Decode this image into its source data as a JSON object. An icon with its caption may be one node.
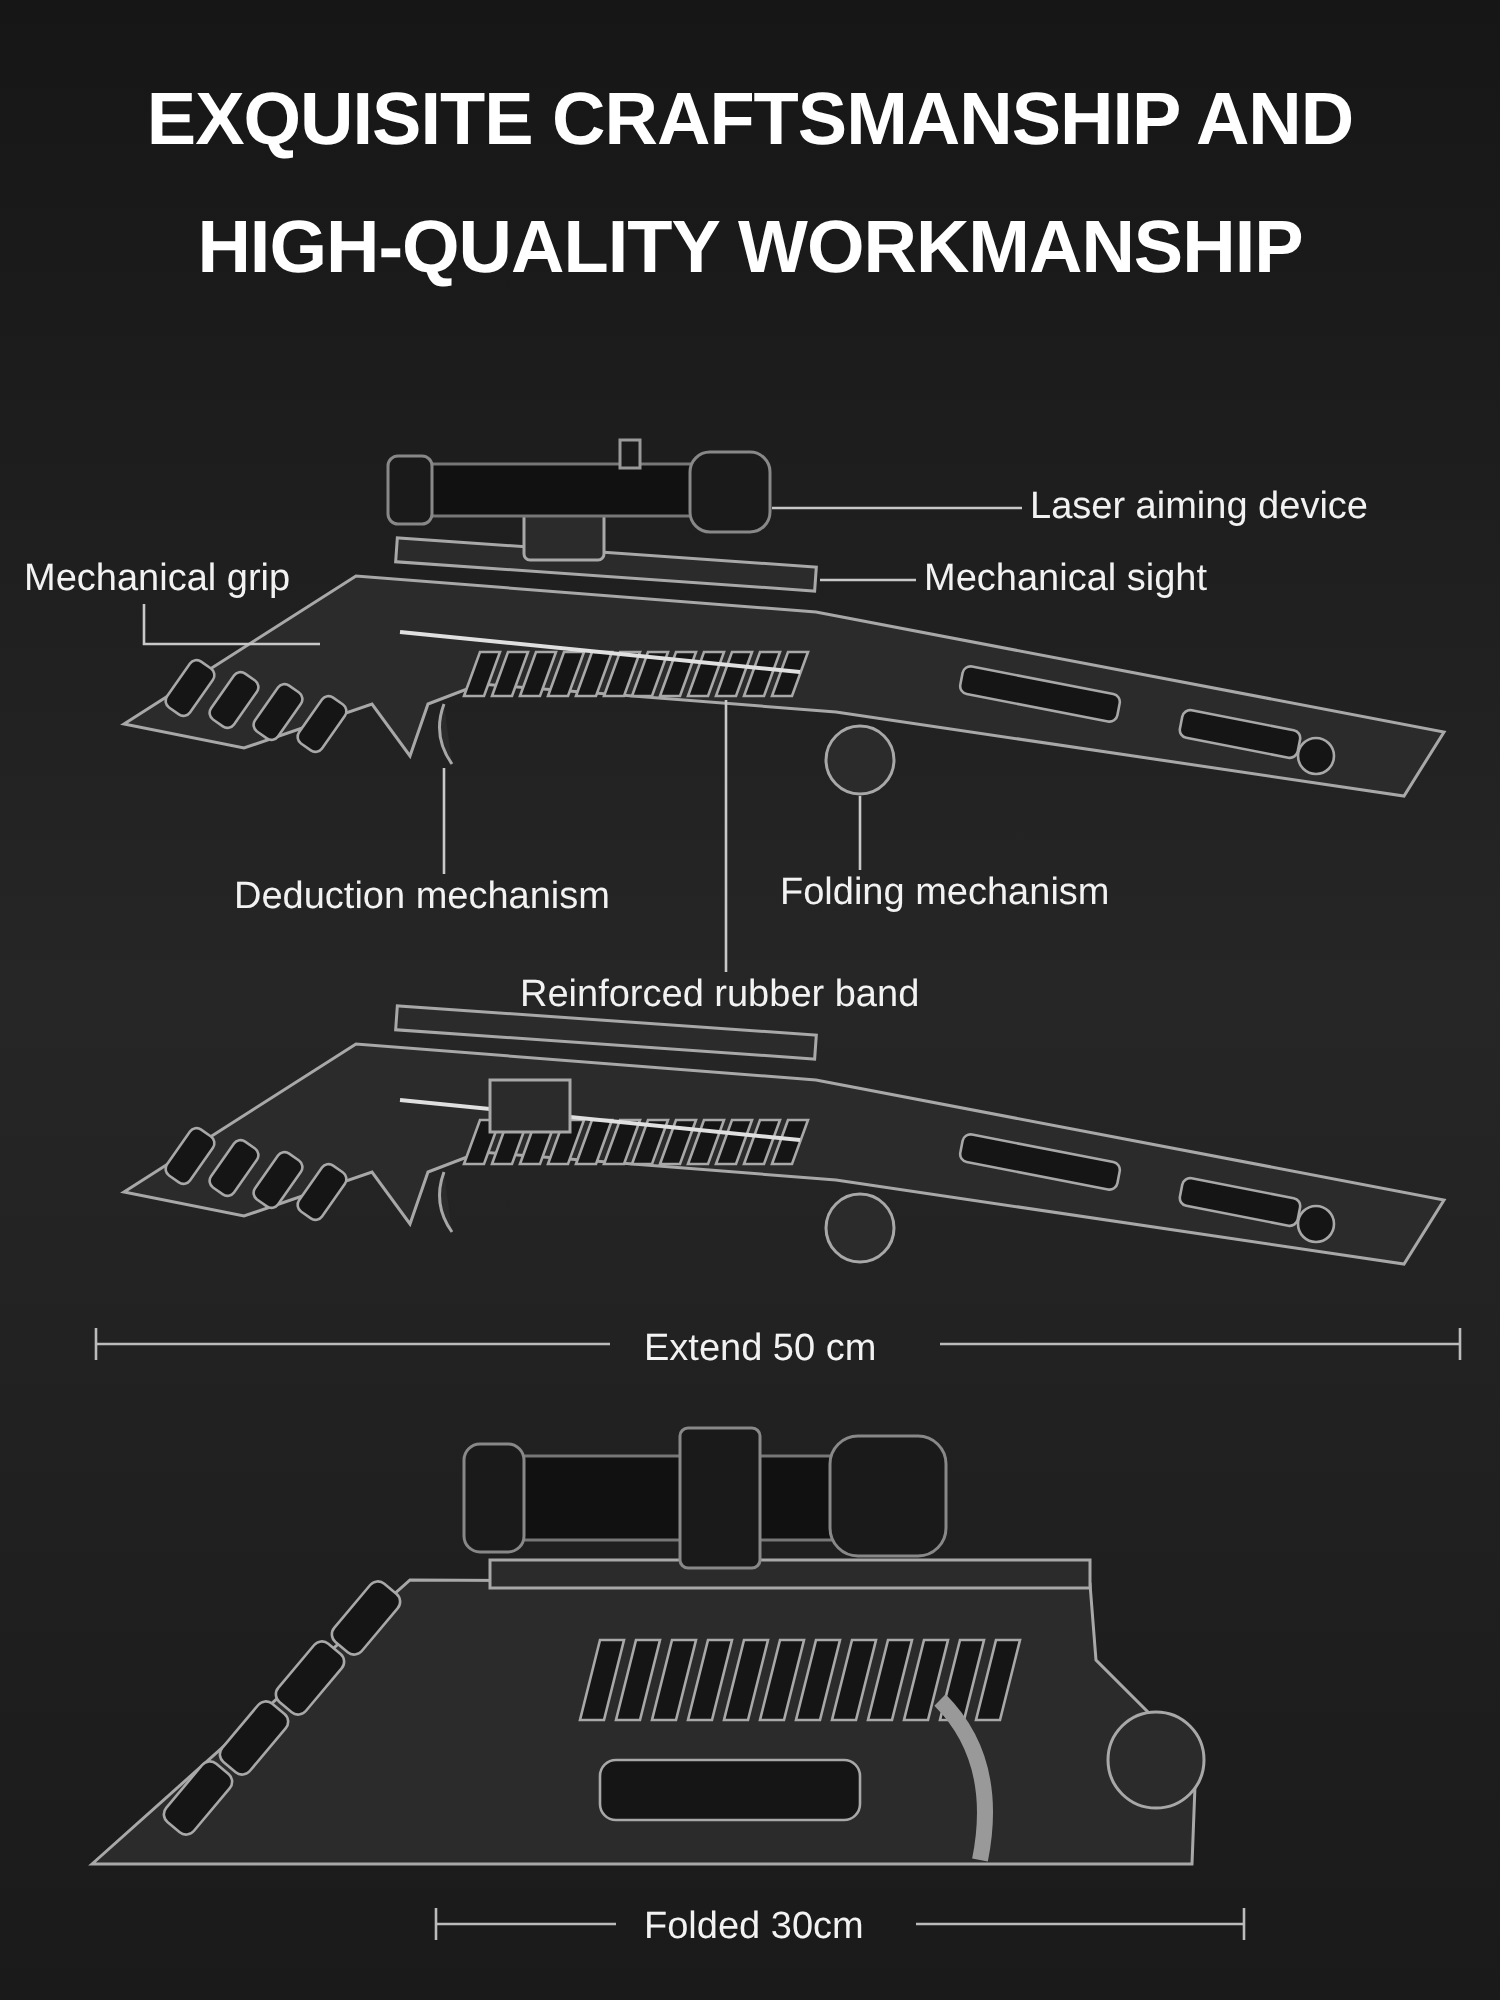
{
  "diagram": {
    "title": "EXQUISITE CRAFTSMANSHIP AND HIGH-QUALITY WORKMANSHIP",
    "nodes": [
      {
        "text": [
          "Laser aiming device"
        ]
      },
      {
        "text": [
          "Mechanical grip"
        ]
      },
      {
        "text": [
          "Mechanical sight"
        ]
      },
      {
        "text": [
          "Deduction mechanism"
        ]
      },
      {
        "text": [
          "Folding mechanism"
        ]
      },
      {
        "text": [
          "Reinforced rubber band"
        ]
      }
    ],
    "edges": [
      {
        "from": 0,
        "to": null,
        "arrow": "none"
      },
      {
        "from": 1,
        "to": null,
        "arrow": "none"
      },
      {
        "from": 2,
        "to": null,
        "arrow": "none"
      },
      {
        "from": 3,
        "to": null,
        "arrow": "none"
      },
      {
        "from": 4,
        "to": null,
        "arrow": "none"
      },
      {
        "from": 5,
        "to": null,
        "arrow": "none"
      }
    ],
    "labels": [
      "Extend 50 cm",
      "Folded 30cm"
    ]
  }
}
